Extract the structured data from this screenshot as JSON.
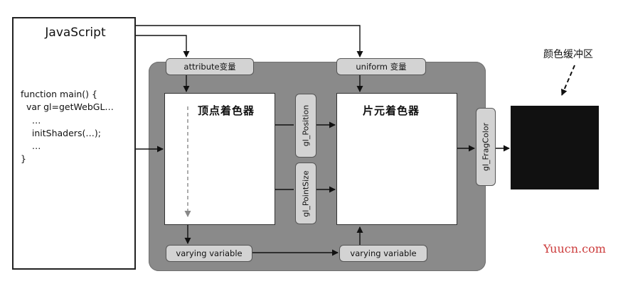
{
  "javascript_box": {
    "title": "JavaScript",
    "code": "function main() {\n  var gl=getWebGL…\n    …\n    initShaders(…);\n    …\n}"
  },
  "pipeline": {
    "attribute_label": "attribute变量",
    "uniform_label": "uniform 变量",
    "vertex_shader_label": "顶点着色器",
    "fragment_shader_label": "片元着色器",
    "gl_position_label": "gl_Position",
    "gl_pointsize_label": "gl_PointSize",
    "gl_fragcolor_label": "gl_FragColor",
    "varying_left_label": "varying variable",
    "varying_right_label": "varying variable"
  },
  "color_buffer_label": "颜色缓冲区",
  "watermark": "Yuucn.com",
  "colors": {
    "panel": "#8a8a8a",
    "pill": "#d3d3d3",
    "buffer": "#111111",
    "watermark": "#cc3b3b"
  }
}
